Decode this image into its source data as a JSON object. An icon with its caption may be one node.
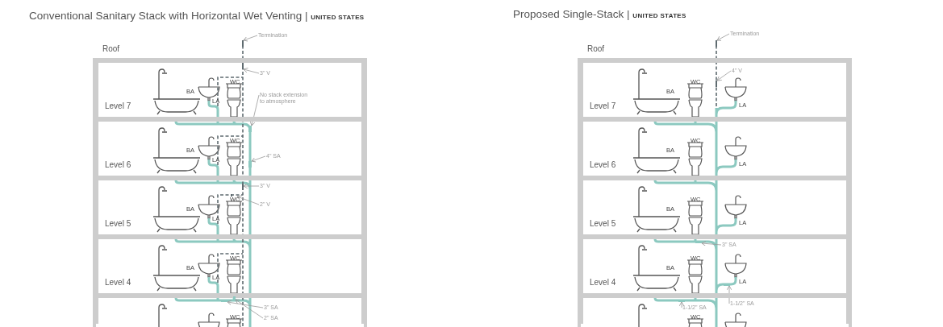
{
  "diagram": {
    "nodes": [
      {
        "text": [
          "Roof"
        ]
      },
      {
        "text": [
          "Level 7"
        ],
        "in": 0
      },
      {
        "text": [
          "Level 6"
        ],
        "in": 0
      },
      {
        "text": [
          "Level 5"
        ],
        "in": 0
      },
      {
        "text": [
          "Level 4"
        ],
        "in": 0
      },
      {
        "text": [],
        "shape": "box",
        "in": 0
      },
      {
        "text": [
          "Termination"
        ]
      },
      {
        "text": [
          "3\" V"
        ],
        "in": 1
      },
      {
        "text": [
          "No stack extension to atmosphere"
        ],
        "in": 1
      },
      {
        "text": [
          "4\" SA"
        ],
        "in": 2
      },
      {
        "text": [
          "3\" V"
        ],
        "in": 3
      },
      {
        "text": [
          "2\" V"
        ],
        "in": 3
      },
      {
        "text": [
          "3\" SA"
        ],
        "in": 5
      },
      {
        "text": [
          "2\" SA"
        ],
        "in": 5
      },
      {
        "text": [
          "Roof"
        ]
      },
      {
        "text": [
          "Level 7"
        ],
        "in": 14
      },
      {
        "text": [
          "Level 6"
        ],
        "in": 14
      },
      {
        "text": [
          "Level 5"
        ],
        "in": 14
      },
      {
        "text": [
          "Level 4"
        ],
        "in": 14
      },
      {
        "text": [],
        "shape": "box",
        "in": 14
      },
      {
        "text": [
          "Termination"
        ]
      },
      {
        "text": [
          "4\" V"
        ],
        "in": 15
      },
      {
        "text": [
          "3\" SA"
        ],
        "in": 18
      },
      {
        "text": [
          "1-1/2\" SA"
        ],
        "in": 19
      },
      {
        "text": [
          "1-1/2\" SA"
        ],
        "in": 19
      },
      {
        "text": [],
        "shape": "vent"
      },
      {
        "text": [],
        "shape": "vent",
        "in": 1
      },
      {
        "text": [],
        "shape": "pipe",
        "in": 2
      },
      {
        "text": [],
        "shape": "pipe",
        "in": 2
      },
      {
        "text": [],
        "shape": "vent",
        "in": 3
      },
      {
        "text": [],
        "shape": "vent",
        "in": 3
      },
      {
        "text": [],
        "shape": "pipe",
        "in": 5
      },
      {
        "text": [],
        "shape": "pipe",
        "in": 5
      },
      {
        "text": [],
        "shape": "vent"
      },
      {
        "text": [],
        "shape": "vent",
        "in": 15
      },
      {
        "text": [],
        "shape": "pipe",
        "in": 18
      },
      {
        "text": [],
        "shape": "pipe",
        "in": 19
      },
      {
        "text": [],
        "shape": "pipe",
        "in": 18
      }
    ],
    "edges": [
      {
        "from": 6,
        "to": 25,
        "arrow": "to"
      },
      {
        "from": 7,
        "to": 26,
        "arrow": "to"
      },
      {
        "from": 8,
        "to": 27,
        "arrow": "to"
      },
      {
        "from": 9,
        "to": 28,
        "arrow": "to"
      },
      {
        "from": 10,
        "to": 29,
        "arrow": "to"
      },
      {
        "from": 11,
        "to": 30,
        "arrow": "to"
      },
      {
        "from": 12,
        "to": 31,
        "arrow": "to"
      },
      {
        "from": 13,
        "to": 32,
        "arrow": "to"
      },
      {
        "from": 20,
        "to": 33,
        "arrow": "to"
      },
      {
        "from": 21,
        "to": 34,
        "arrow": "to"
      },
      {
        "from": 22,
        "to": 35,
        "arrow": "to"
      },
      {
        "from": 23,
        "to": 36,
        "arrow": "to"
      },
      {
        "from": 24,
        "to": 37,
        "arrow": "to"
      }
    ],
    "labels": [
      "Conventional Sanitary Stack with Horizontal Wet Venting | **UNITED STATES**",
      "Proposed Single-Stack | **UNITED STATES**",
      "BA",
      "LA",
      "WC",
      "BA",
      "LA",
      "WC",
      "BA",
      "LA",
      "WC",
      "BA",
      "LA",
      "WC",
      "WC",
      "BA",
      "WC",
      "LA",
      "BA",
      "WC",
      "LA",
      "BA",
      "WC",
      "LA",
      "BA",
      "WC",
      "LA",
      "WC"
    ]
  }
}
